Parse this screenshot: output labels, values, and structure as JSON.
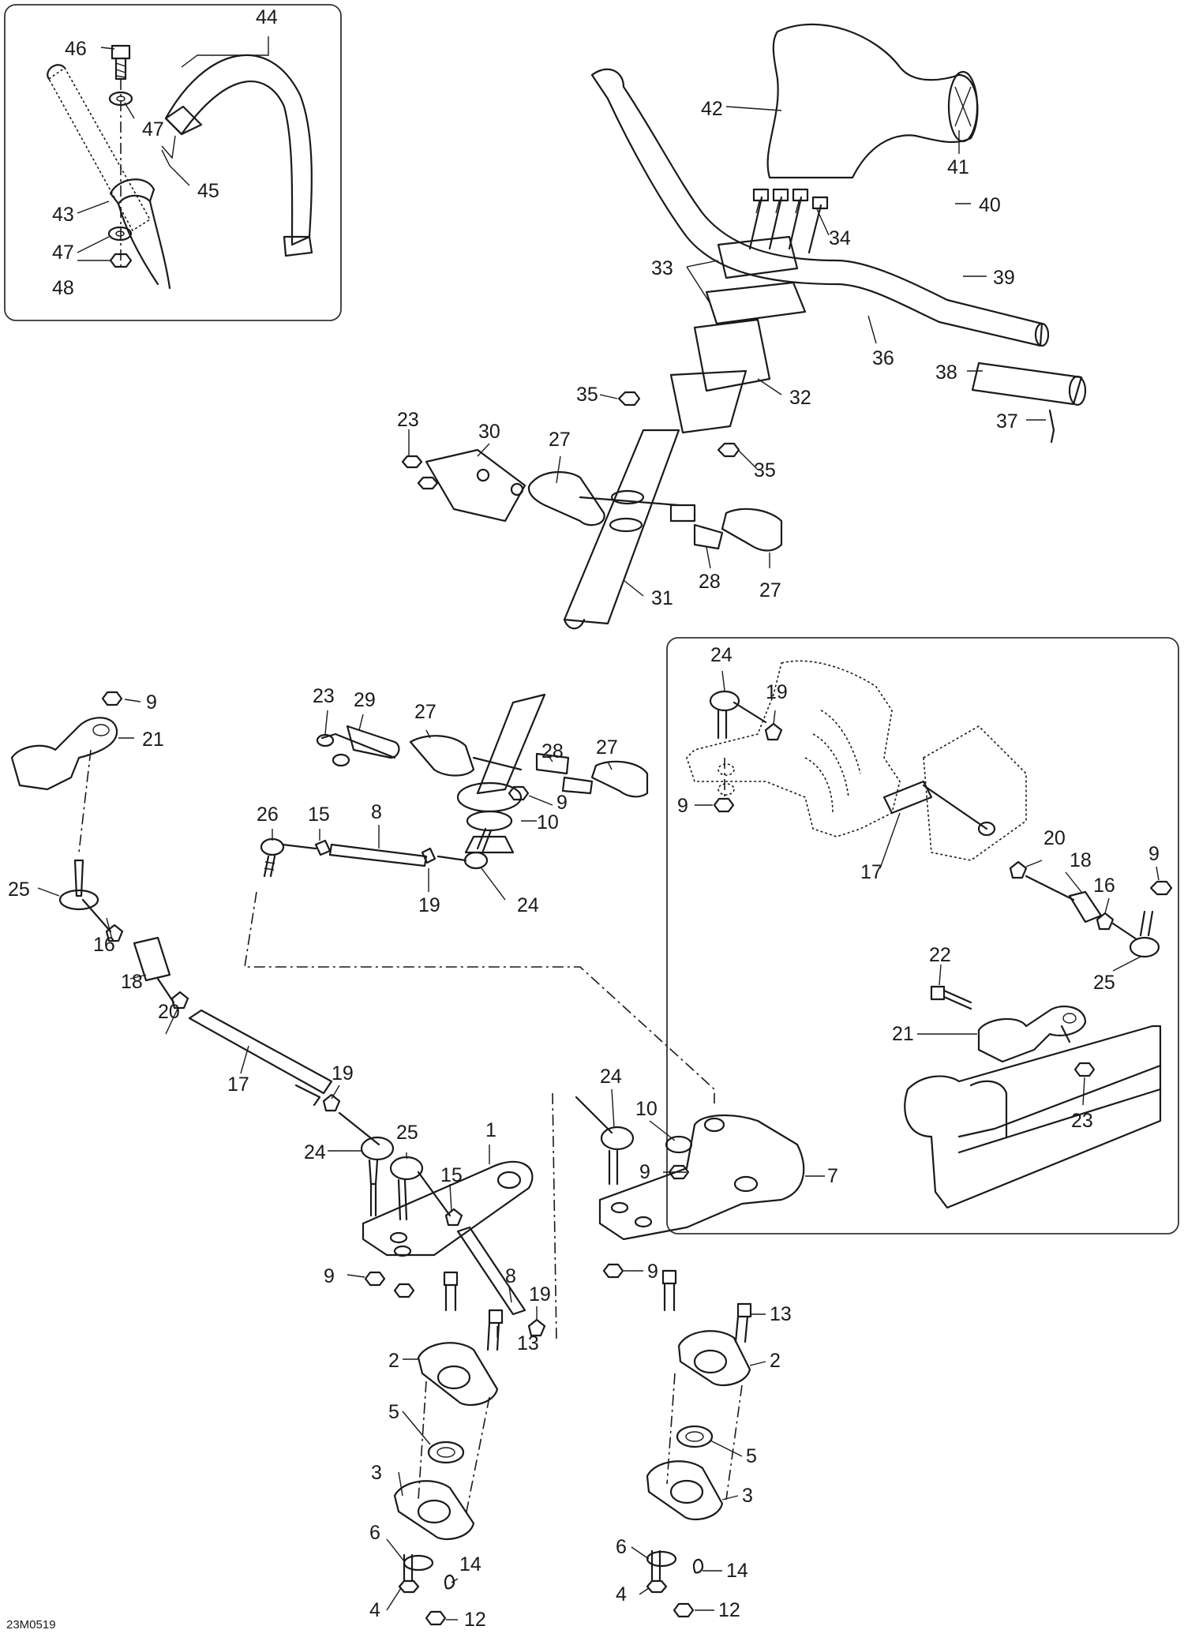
{
  "drawing": {
    "reference_code": "23M0519"
  },
  "callouts": {
    "c44": "44",
    "c46": "46",
    "c47a": "47",
    "c45": "45",
    "c43": "43",
    "c47b": "47",
    "c48": "48",
    "c42": "42",
    "c41": "41",
    "c40": "40",
    "c34": "34",
    "c33": "33",
    "c39": "39",
    "c36": "36",
    "c38": "38",
    "c32": "32",
    "c35a": "35",
    "c37": "37",
    "c23a": "23",
    "c30": "30",
    "c27a": "27",
    "c35b": "35",
    "c28a": "28",
    "c27b": "27",
    "c31": "31",
    "c9a": "9",
    "c21a": "21",
    "c25a": "25",
    "c16a": "16",
    "c18a": "18",
    "c20a": "20",
    "c17a": "17",
    "c19a": "19",
    "c24a": "24",
    "c25b": "25",
    "c1": "1",
    "c15a": "15",
    "c9b": "9",
    "c8a": "8",
    "c19b": "19",
    "c13a": "13",
    "c2a": "2",
    "c5a": "5",
    "c3a": "3",
    "c6a": "6",
    "c14a": "14",
    "c4a": "4",
    "c12a": "12",
    "c23b": "23",
    "c29": "29",
    "c27c": "27",
    "c28b": "28",
    "c27d": "27",
    "c9c": "9",
    "c10a": "10",
    "c26": "26",
    "c15b": "15",
    "c8b": "8",
    "c19c": "19",
    "c24b": "24",
    "c24c": "24",
    "c10b": "10",
    "c9d": "9",
    "c7": "7",
    "c9e": "9",
    "c13b": "13",
    "c2b": "2",
    "c5b": "5",
    "c3b": "3",
    "c6b": "6",
    "c14b": "14",
    "c4b": "4",
    "c12b": "12",
    "c24d": "24",
    "c19d": "19",
    "c9f": "9",
    "c17b": "17",
    "c20b": "20",
    "c18b": "18",
    "c9g": "9",
    "c16b": "16",
    "c25c": "25",
    "c22": "22",
    "c21b": "21",
    "c23c": "23"
  }
}
